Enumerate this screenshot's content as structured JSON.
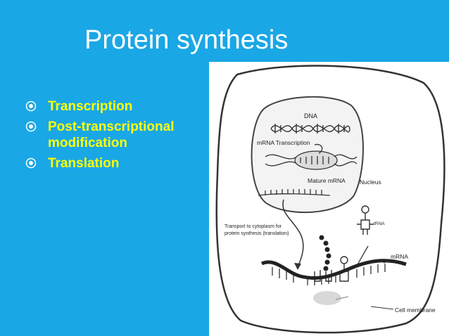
{
  "slide": {
    "title": "Protein synthesis",
    "bullets": [
      {
        "text": "Transcription"
      },
      {
        "text": "Post-transcriptional modification"
      },
      {
        "text": "Translation"
      }
    ]
  },
  "diagram": {
    "labels": {
      "dna": "DNA",
      "mrna_transcription": "mRNA Transcription",
      "mature_mrna": "Mature mRNA",
      "nucleus": "Nucleus",
      "trna": "tRNA",
      "transport_line1": "Transport to cytoplasm for",
      "transport_line2": "protein synthesis (translation)",
      "mrna": "mRNA",
      "cell_membrane": "Cell membrane"
    }
  },
  "colors": {
    "background": "#1aa7e6",
    "title": "#ffffff",
    "bullet_text": "#ffff00",
    "diagram_background": "#ffffff"
  }
}
